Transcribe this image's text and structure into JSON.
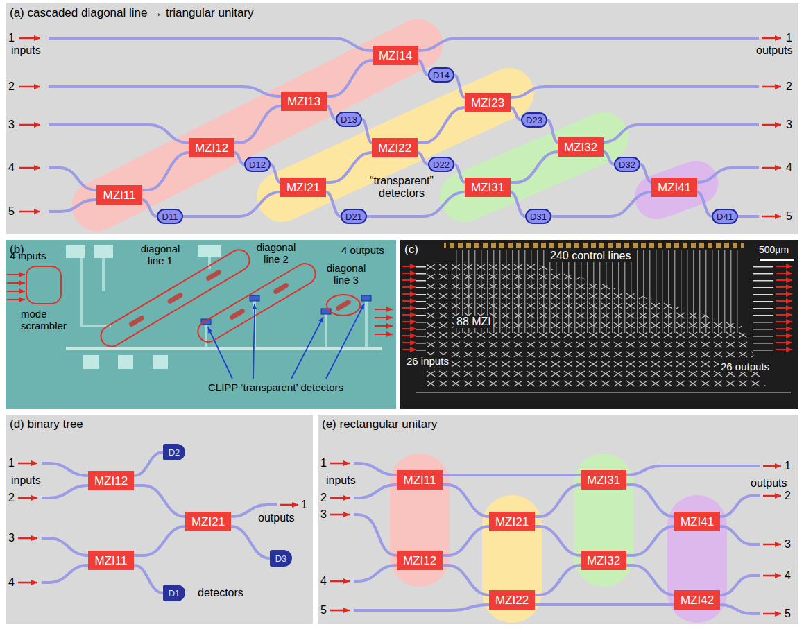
{
  "diagram": {
    "nodes": [
      {
        "text": [
          "(a) cascaded diagonal line → triangular unitary"
        ]
      },
      {
        "text": [
          "MZI11"
        ],
        "in": 0
      },
      {
        "text": [
          "MZI12"
        ],
        "in": 0
      },
      {
        "text": [
          "MZI13"
        ],
        "in": 0
      },
      {
        "text": [
          "MZI14"
        ],
        "in": 0
      },
      {
        "text": [
          "MZI21"
        ],
        "in": 0
      },
      {
        "text": [
          "MZI22"
        ],
        "in": 0
      },
      {
        "text": [
          "MZI23"
        ],
        "in": 0
      },
      {
        "text": [
          "MZI31"
        ],
        "in": 0
      },
      {
        "text": [
          "MZI32"
        ],
        "in": 0
      },
      {
        "text": [
          "MZI41"
        ],
        "in": 0
      },
      {
        "text": [
          "D11"
        ],
        "in": 0
      },
      {
        "text": [
          "D12"
        ],
        "in": 0
      },
      {
        "text": [
          "D13"
        ],
        "in": 0
      },
      {
        "text": [
          "D14"
        ],
        "in": 0
      },
      {
        "text": [
          "D21"
        ],
        "in": 0
      },
      {
        "text": [
          "D22"
        ],
        "in": 0
      },
      {
        "text": [
          "D23"
        ],
        "in": 0
      },
      {
        "text": [
          "D31"
        ],
        "in": 0
      },
      {
        "text": [
          "D32"
        ],
        "in": 0
      },
      {
        "text": [
          "D41"
        ],
        "in": 0
      },
      {
        "text": [
          "(b)"
        ]
      },
      {
        "text": [
          "(c)"
        ]
      },
      {
        "text": [
          "(d) binary tree"
        ]
      },
      {
        "text": [
          "MZI12"
        ],
        "in": 23
      },
      {
        "text": [
          "MZI11"
        ],
        "in": 23
      },
      {
        "text": [
          "MZI21"
        ],
        "in": 23
      },
      {
        "text": [
          "D2"
        ],
        "in": 23
      },
      {
        "text": [
          "D3"
        ],
        "in": 23
      },
      {
        "text": [
          "D1"
        ],
        "in": 23
      },
      {
        "text": [
          "(e) rectangular unitary"
        ]
      },
      {
        "text": [
          "MZI11"
        ],
        "in": 30
      },
      {
        "text": [
          "MZI12"
        ],
        "in": 30
      },
      {
        "text": [
          "MZI21"
        ],
        "in": 30
      },
      {
        "text": [
          "MZI22"
        ],
        "in": 30
      },
      {
        "text": [
          "MZI31"
        ],
        "in": 30
      },
      {
        "text": [
          "MZI32"
        ],
        "in": 30
      },
      {
        "text": [
          "MZI41"
        ],
        "in": 30
      },
      {
        "text": [
          "MZI42"
        ],
        "in": 30
      }
    ],
    "edges": [
      {
        "from": 1,
        "to": 2,
        "arrow": "none"
      },
      {
        "from": 1,
        "to": 11,
        "arrow": "none"
      },
      {
        "from": 11,
        "to": 5,
        "arrow": "none"
      },
      {
        "from": 2,
        "to": 3,
        "arrow": "none"
      },
      {
        "from": 2,
        "to": 12,
        "arrow": "none"
      },
      {
        "from": 12,
        "to": 5,
        "arrow": "none"
      },
      {
        "from": 3,
        "to": 4,
        "arrow": "none"
      },
      {
        "from": 3,
        "to": 13,
        "arrow": "none"
      },
      {
        "from": 13,
        "to": 6,
        "arrow": "none"
      },
      {
        "from": 4,
        "to": 14,
        "arrow": "none"
      },
      {
        "from": 14,
        "to": 7,
        "arrow": "none"
      },
      {
        "from": 5,
        "to": 6,
        "arrow": "none"
      },
      {
        "from": 5,
        "to": 15,
        "arrow": "none"
      },
      {
        "from": 15,
        "to": 8,
        "arrow": "none"
      },
      {
        "from": 6,
        "to": 7,
        "arrow": "none"
      },
      {
        "from": 6,
        "to": 16,
        "arrow": "none"
      },
      {
        "from": 16,
        "to": 8,
        "arrow": "none"
      },
      {
        "from": 7,
        "to": 17,
        "arrow": "none"
      },
      {
        "from": 17,
        "to": 9,
        "arrow": "none"
      },
      {
        "from": 8,
        "to": 9,
        "arrow": "none"
      },
      {
        "from": 8,
        "to": 18,
        "arrow": "none"
      },
      {
        "from": 18,
        "to": 10,
        "arrow": "none"
      },
      {
        "from": 9,
        "to": 19,
        "arrow": "none"
      },
      {
        "from": 19,
        "to": 10,
        "arrow": "none"
      },
      {
        "from": 10,
        "to": 20,
        "arrow": "none"
      },
      {
        "from": 24,
        "to": 27,
        "arrow": "none"
      },
      {
        "from": 24,
        "to": 26,
        "arrow": "none"
      },
      {
        "from": 25,
        "to": 26,
        "arrow": "none"
      },
      {
        "from": 25,
        "to": 29,
        "arrow": "none"
      },
      {
        "from": 26,
        "to": 28,
        "arrow": "none"
      },
      {
        "from": 31,
        "to": 35,
        "arrow": "none"
      },
      {
        "from": 31,
        "to": 33,
        "arrow": "none"
      },
      {
        "from": 32,
        "to": 33,
        "arrow": "none"
      },
      {
        "from": 32,
        "to": 34,
        "arrow": "none"
      },
      {
        "from": 33,
        "to": 35,
        "arrow": "none"
      },
      {
        "from": 33,
        "to": 36,
        "arrow": "none"
      },
      {
        "from": 34,
        "to": 36,
        "arrow": "none"
      },
      {
        "from": 34,
        "to": 38,
        "arrow": "none"
      },
      {
        "from": 35,
        "to": 37,
        "arrow": "none"
      },
      {
        "from": 36,
        "to": 37,
        "arrow": "none"
      },
      {
        "from": 36,
        "to": 38,
        "arrow": "none"
      }
    ],
    "labels": [
      "1",
      "inputs",
      "2",
      "3",
      "4",
      "5",
      "1",
      "outputs",
      "2",
      "3",
      "4",
      "5",
      "“transparent” detectors",
      "4 inputs",
      "mode scrambler",
      "diagonal line 1",
      "diagonal line 2",
      "diagonal line 3",
      "4 outputs",
      "CLIPP ‘transparent’ detectors",
      "240 control lines",
      "500µm",
      "88 MZI",
      "26 inputs",
      "26 outputs",
      "1",
      "inputs",
      "2",
      "3",
      "4",
      "1",
      "outputs",
      "detectors",
      "1",
      "inputs",
      "2",
      "3",
      "4",
      "5",
      "1",
      "outputs",
      "2",
      "3",
      "4",
      "5"
    ]
  }
}
